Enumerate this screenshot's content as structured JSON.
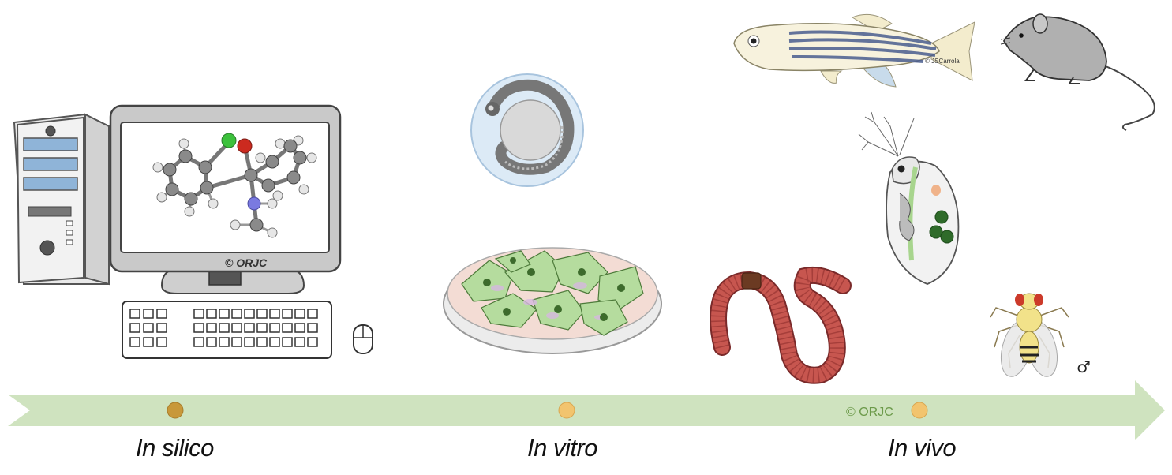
{
  "stages": [
    {
      "label": "In silico",
      "dot_color": "#c8983a"
    },
    {
      "label": "In vitro",
      "dot_color": "#f2c46e"
    },
    {
      "label": "In vivo",
      "dot_color": "#f2c46e"
    }
  ],
  "arrow": {
    "color": "#cfe3bf",
    "copyright": "© ORJC"
  },
  "monitor": {
    "copyright": "© ORJC"
  },
  "fish": {
    "credit": "© JSCarrola"
  },
  "fly": {
    "symbol": "♂"
  },
  "icons": [
    "computer-tower-icon",
    "monitor-icon",
    "molecule-icon",
    "keyboard-icon",
    "mouse-icon",
    "embryo-icon",
    "petri-dish-icon",
    "zebrafish-icon",
    "rat-icon",
    "daphnia-icon",
    "earthworm-icon",
    "fruit-fly-icon"
  ]
}
